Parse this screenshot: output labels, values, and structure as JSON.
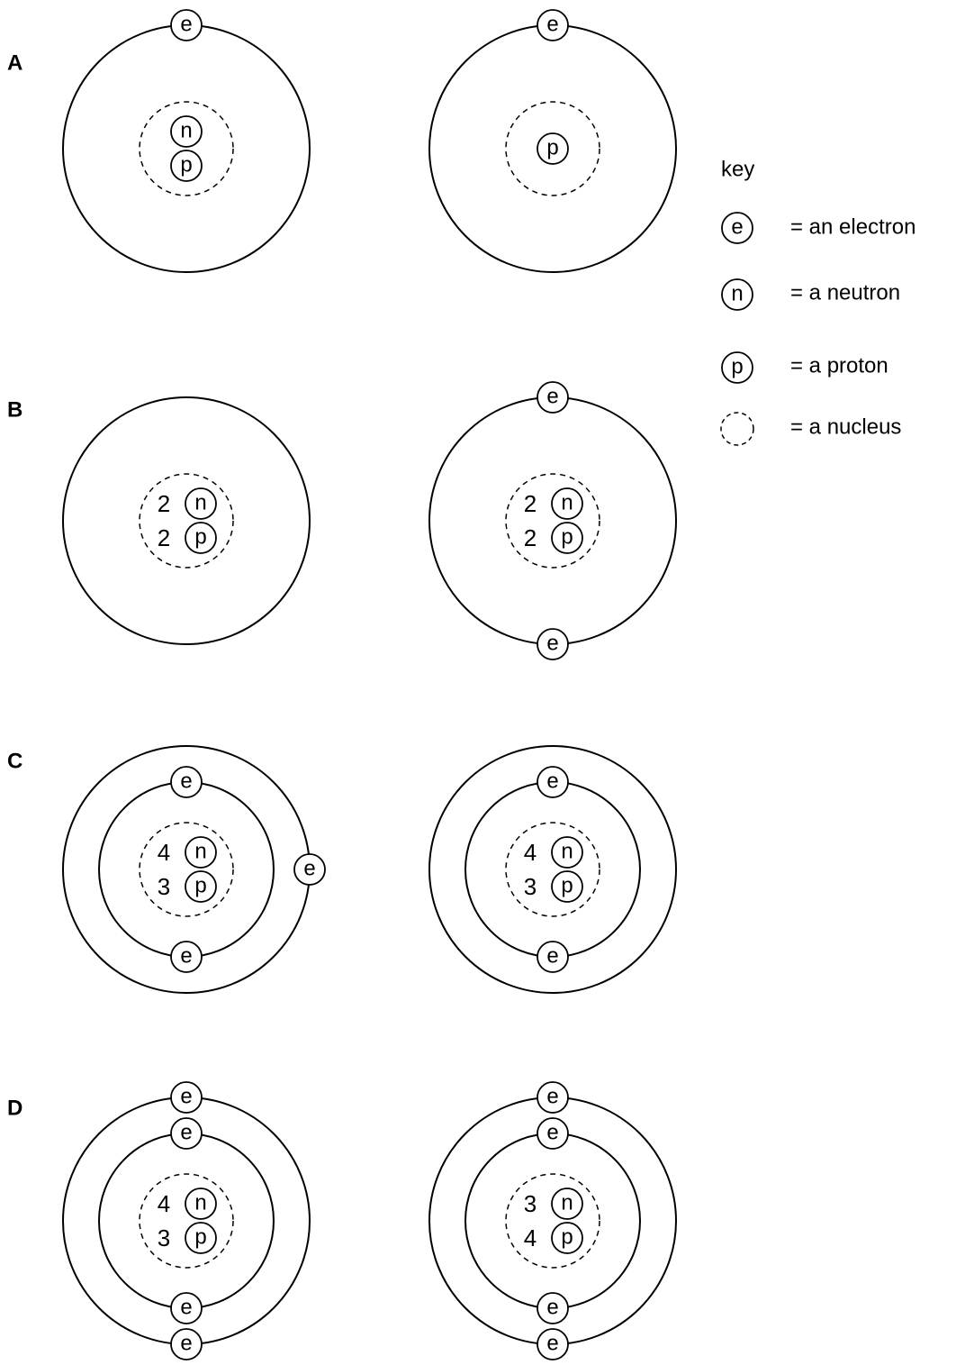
{
  "rows": [
    {
      "label": "A",
      "atoms": [
        {
          "shells": 1,
          "electrons": [
            {
              "shell": 1,
              "pos": "top"
            }
          ],
          "nucleus": {
            "neutron_count": "",
            "proton_count": "",
            "particles": [
              "n",
              "p"
            ]
          }
        },
        {
          "shells": 1,
          "electrons": [
            {
              "shell": 1,
              "pos": "top"
            }
          ],
          "nucleus": {
            "neutron_count": "",
            "proton_count": "",
            "particles": [
              "p"
            ]
          }
        }
      ]
    },
    {
      "label": "B",
      "atoms": [
        {
          "shells": 1,
          "electrons": [],
          "nucleus": {
            "neutron_count": "2",
            "proton_count": "2",
            "particles": [
              "n",
              "p"
            ]
          }
        },
        {
          "shells": 1,
          "electrons": [
            {
              "shell": 1,
              "pos": "top"
            },
            {
              "shell": 1,
              "pos": "bottom"
            }
          ],
          "nucleus": {
            "neutron_count": "2",
            "proton_count": "2",
            "particles": [
              "n",
              "p"
            ]
          }
        }
      ]
    },
    {
      "label": "C",
      "atoms": [
        {
          "shells": 2,
          "electrons": [
            {
              "shell": 1,
              "pos": "top"
            },
            {
              "shell": 1,
              "pos": "bottom"
            },
            {
              "shell": 2,
              "pos": "right"
            }
          ],
          "nucleus": {
            "neutron_count": "4",
            "proton_count": "3",
            "particles": [
              "n",
              "p"
            ]
          }
        },
        {
          "shells": 2,
          "electrons": [
            {
              "shell": 1,
              "pos": "top"
            },
            {
              "shell": 1,
              "pos": "bottom"
            }
          ],
          "nucleus": {
            "neutron_count": "4",
            "proton_count": "3",
            "particles": [
              "n",
              "p"
            ]
          }
        }
      ]
    },
    {
      "label": "D",
      "atoms": [
        {
          "shells": 2,
          "electrons": [
            {
              "shell": 1,
              "pos": "top"
            },
            {
              "shell": 1,
              "pos": "bottom"
            },
            {
              "shell": 2,
              "pos": "top"
            },
            {
              "shell": 2,
              "pos": "bottom"
            }
          ],
          "nucleus": {
            "neutron_count": "4",
            "proton_count": "3",
            "particles": [
              "n",
              "p"
            ]
          }
        },
        {
          "shells": 2,
          "electrons": [
            {
              "shell": 1,
              "pos": "top"
            },
            {
              "shell": 1,
              "pos": "bottom"
            },
            {
              "shell": 2,
              "pos": "top"
            },
            {
              "shell": 2,
              "pos": "bottom"
            }
          ],
          "nucleus": {
            "neutron_count": "3",
            "proton_count": "4",
            "particles": [
              "n",
              "p"
            ]
          }
        }
      ]
    }
  ],
  "particle_symbols": {
    "electron": "e",
    "neutron": "n",
    "proton": "p"
  },
  "key": {
    "title": "key",
    "items": [
      {
        "symbol": "e",
        "type": "particle",
        "label": "= an electron"
      },
      {
        "symbol": "n",
        "type": "particle",
        "label": "= a neutron"
      },
      {
        "symbol": "p",
        "type": "particle",
        "label": "= a proton"
      },
      {
        "symbol": "",
        "type": "nucleus",
        "label": "= a nucleus"
      }
    ]
  }
}
